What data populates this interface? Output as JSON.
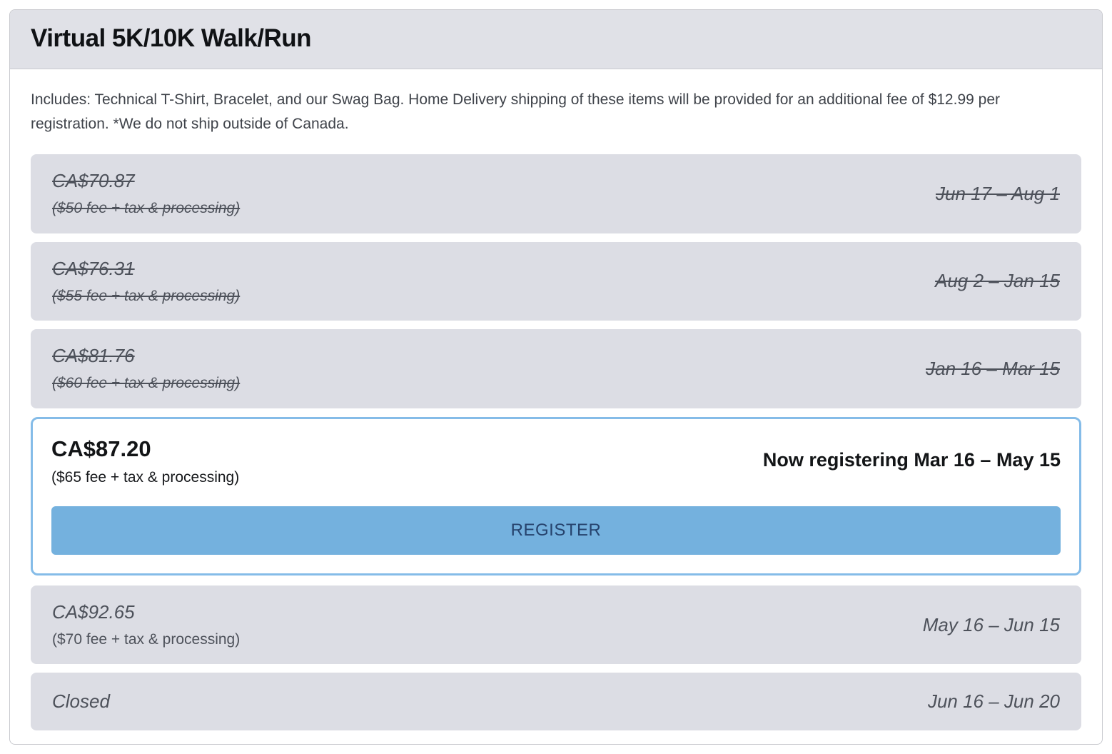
{
  "page": {
    "title": "Virtual 5K/10K Walk/Run",
    "description": "Includes: Technical T-Shirt, Bracelet, and our Swag Bag. Home Delivery shipping of these items will be provided for an additional fee of $12.99 per registration. *We do not ship outside of Canada."
  },
  "tiers": [
    {
      "price": "CA$70.87",
      "fee": "($50 fee + tax & processing)",
      "dates": "Jun 17 – Aug 1",
      "status": "past"
    },
    {
      "price": "CA$76.31",
      "fee": "($55 fee + tax & processing)",
      "dates": "Aug 2 – Jan 15",
      "status": "past"
    },
    {
      "price": "CA$81.76",
      "fee": "($60 fee + tax & processing)",
      "dates": "Jan 16 – Mar 15",
      "status": "past"
    },
    {
      "price": "CA$87.20",
      "fee": "($65 fee + tax & processing)",
      "dates": "Now registering Mar 16 – May 15",
      "status": "active",
      "button_label": "REGISTER"
    },
    {
      "price": "CA$92.65",
      "fee": "($70 fee + tax & processing)",
      "dates": "May 16 – Jun 15",
      "status": "future"
    },
    {
      "price": "Closed",
      "dates": "Jun 16 – Jun 20",
      "status": "closed"
    }
  ],
  "colors": {
    "header_background": "#e0e1e7",
    "tier_background": "#dcdde4",
    "muted_text": "#4d515a",
    "active_border": "#85bce8",
    "button_background": "#74b1de",
    "button_text": "#26436d",
    "card_border": "#c9cacf"
  }
}
